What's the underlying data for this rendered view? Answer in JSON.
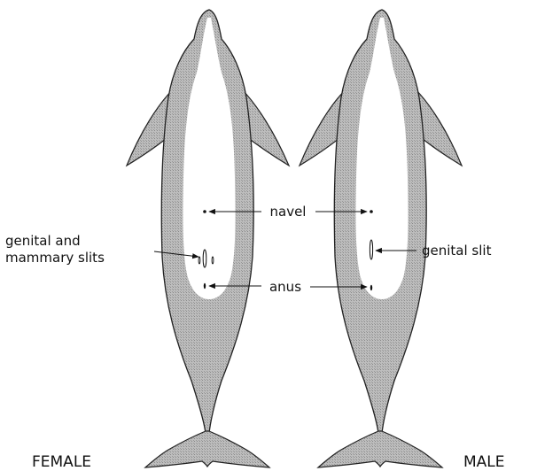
{
  "labels": {
    "navel": "navel",
    "anus": "anus",
    "genital_mammary_line1": "genital and",
    "genital_mammary_line2": "mammary slits",
    "genital_slit": "genital slit"
  },
  "captions": {
    "female": "FEMALE",
    "male": "MALE"
  },
  "colors": {
    "outline": "#222222",
    "shaded": "#b8b8b8",
    "belly": "#ffffff"
  }
}
